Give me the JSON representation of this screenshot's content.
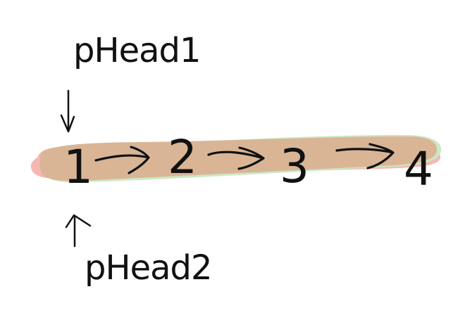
{
  "labels": {
    "top_pointer": "pHead1",
    "bottom_pointer": "pHead2"
  },
  "nodes": [
    "1",
    "2",
    "3",
    "4"
  ],
  "colors": {
    "band": "#d9b596",
    "red_highlight": "#f3b3ad",
    "green_highlight": "#c9e8c2",
    "ink": "#111111"
  }
}
